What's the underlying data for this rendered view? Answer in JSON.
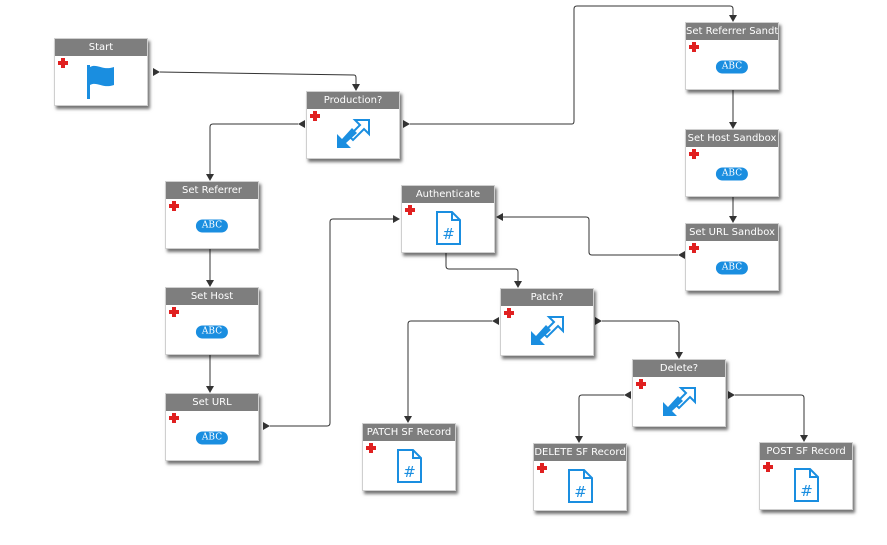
{
  "nodes": [
    {
      "id": "start",
      "title": "Start",
      "icon": "flag"
    },
    {
      "id": "production",
      "title": "Production?",
      "icon": "decision"
    },
    {
      "id": "set_referrer",
      "title": "Set Referrer",
      "icon": "abc",
      "label": "ABC"
    },
    {
      "id": "set_host",
      "title": "Set Host",
      "icon": "abc",
      "label": "ABC"
    },
    {
      "id": "set_url",
      "title": "Set URL",
      "icon": "abc",
      "label": "ABC"
    },
    {
      "id": "authenticate",
      "title": "Authenticate",
      "icon": "script"
    },
    {
      "id": "patch",
      "title": "Patch?",
      "icon": "decision"
    },
    {
      "id": "patch_sf",
      "title": "PATCH SF Record",
      "icon": "script"
    },
    {
      "id": "delete",
      "title": "Delete?",
      "icon": "decision"
    },
    {
      "id": "delete_sf",
      "title": "DELETE SF Record",
      "icon": "script"
    },
    {
      "id": "post_sf",
      "title": "POST SF Record",
      "icon": "script"
    },
    {
      "id": "set_referrer_sandbox",
      "title": "Set Referrer  Sandt",
      "icon": "abc",
      "label": "ABC"
    },
    {
      "id": "set_host_sandbox",
      "title": "Set Host Sandbox",
      "icon": "abc",
      "label": "ABC"
    },
    {
      "id": "set_url_sandbox",
      "title": "Set URL Sandbox",
      "icon": "abc",
      "label": "ABC"
    }
  ],
  "edges": [
    {
      "from": "start",
      "to": "production"
    },
    {
      "from": "production",
      "to": "set_referrer"
    },
    {
      "from": "production",
      "to": "set_referrer_sandbox"
    },
    {
      "from": "set_referrer",
      "to": "set_host"
    },
    {
      "from": "set_host",
      "to": "set_url"
    },
    {
      "from": "set_url",
      "to": "authenticate"
    },
    {
      "from": "set_referrer_sandbox",
      "to": "set_host_sandbox"
    },
    {
      "from": "set_host_sandbox",
      "to": "set_url_sandbox"
    },
    {
      "from": "set_url_sandbox",
      "to": "authenticate"
    },
    {
      "from": "authenticate",
      "to": "patch"
    },
    {
      "from": "patch",
      "to": "patch_sf"
    },
    {
      "from": "patch",
      "to": "delete"
    },
    {
      "from": "delete",
      "to": "delete_sf"
    },
    {
      "from": "delete",
      "to": "post_sf"
    }
  ],
  "colors": {
    "accent": "#1a8ee0",
    "title_bar": "#7e7e7e",
    "plus": "#e02020",
    "wire": "#333333"
  }
}
